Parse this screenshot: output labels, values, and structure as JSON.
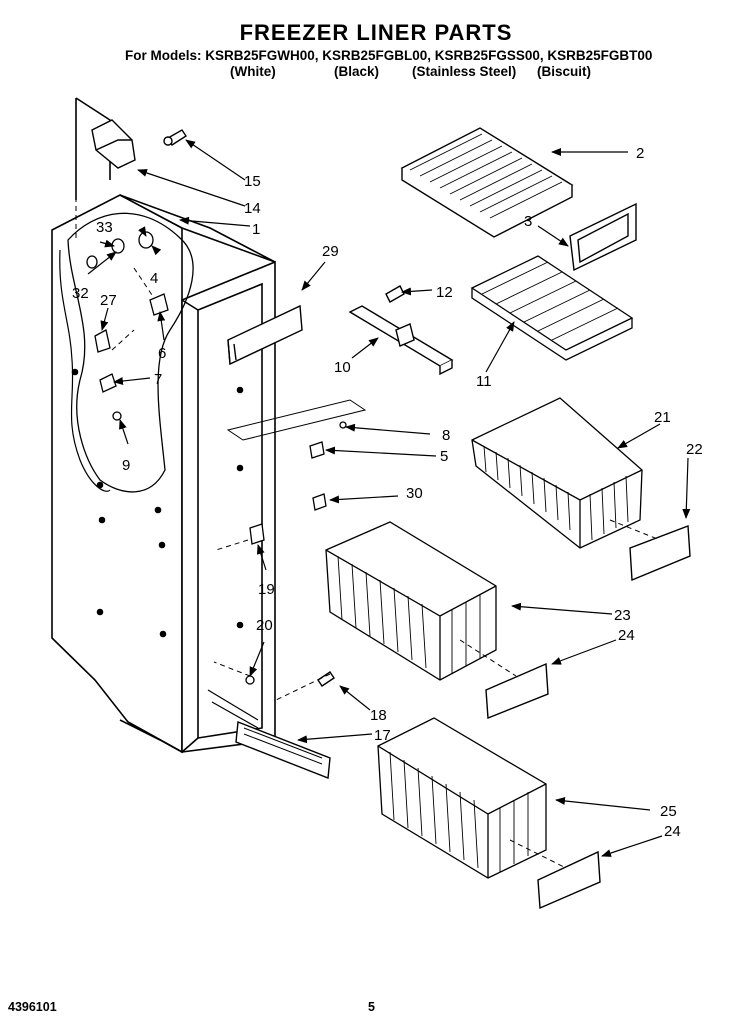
{
  "header": {
    "title": "FREEZER LINER PARTS",
    "models_line": "For Models: KSRB25FGWH00, KSRB25FGBL00, KSRB25FGSS00, KSRB25FGBT00",
    "colors": {
      "white": "(White)",
      "black": "(Black)",
      "stainless": "(Stainless Steel)",
      "biscuit": "(Biscuit)"
    }
  },
  "callouts": {
    "c1": "1",
    "c2": "2",
    "c3": "3",
    "c4": "4",
    "c5": "5",
    "c6": "6",
    "c7": "7",
    "c8": "8",
    "c9": "9",
    "c10": "10",
    "c11": "11",
    "c12": "12",
    "c14": "14",
    "c15": "15",
    "c17": "17",
    "c18": "18",
    "c19": "19",
    "c20": "20",
    "c21": "21",
    "c22": "22",
    "c23": "23",
    "c24a": "24",
    "c24b": "24",
    "c25": "25",
    "c27": "27",
    "c29": "29",
    "c30": "30",
    "c32": "32",
    "c33": "33"
  },
  "footer": {
    "doc_number": "4396101",
    "page_number": "5"
  }
}
